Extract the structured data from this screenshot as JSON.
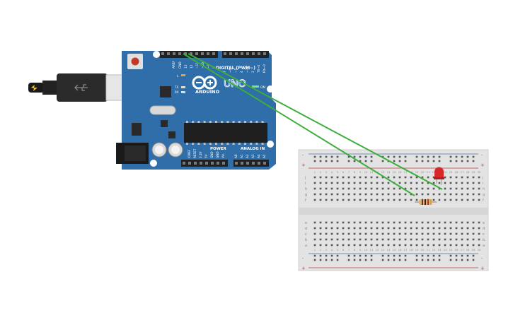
{
  "arduino": {
    "logo_text": "ARDUINO",
    "model_text": "UNO",
    "digital_label": "DIGITAL (PWM~)",
    "power_label": "POWER",
    "analog_label": "ANALOG IN",
    "on_label": "ON",
    "tx_label": "TX",
    "rx_label": "RX",
    "l_label": "L",
    "aref_label": "AREF",
    "gnd_label": "GND",
    "power_pins": [
      "IOREF",
      "RESET",
      "3.3V",
      "5V",
      "GND",
      "GND",
      "Vin"
    ],
    "analog_pins": [
      "A0",
      "A1",
      "A2",
      "A3",
      "A4",
      "A5"
    ],
    "digital_pins_left": [
      "13",
      "12",
      "~11",
      "~10",
      "~9",
      "8"
    ],
    "digital_pins_right": [
      "7",
      "~6",
      "~5",
      "4",
      "~3",
      "2",
      "TX→1",
      "RX←0"
    ]
  },
  "breadboard": {
    "rail_plus": "+",
    "rail_minus": "-",
    "row_letters_top": [
      "j",
      "i",
      "h",
      "g",
      "f"
    ],
    "row_letters_bottom": [
      "e",
      "d",
      "c",
      "b",
      "a"
    ],
    "column_numbers": [
      "1",
      "2",
      "3",
      "4",
      "5",
      "6",
      "7",
      "8",
      "9",
      "10",
      "11",
      "12",
      "13",
      "14",
      "15",
      "16",
      "17",
      "18",
      "19",
      "20",
      "21",
      "22",
      "23",
      "24",
      "25",
      "26",
      "27",
      "28",
      "29",
      "30"
    ]
  },
  "components": {
    "led_color": "#d62828",
    "resistor_color": "#e1b07a",
    "wire_color": "#3cae3c",
    "board_color": "#2f6ea8"
  }
}
